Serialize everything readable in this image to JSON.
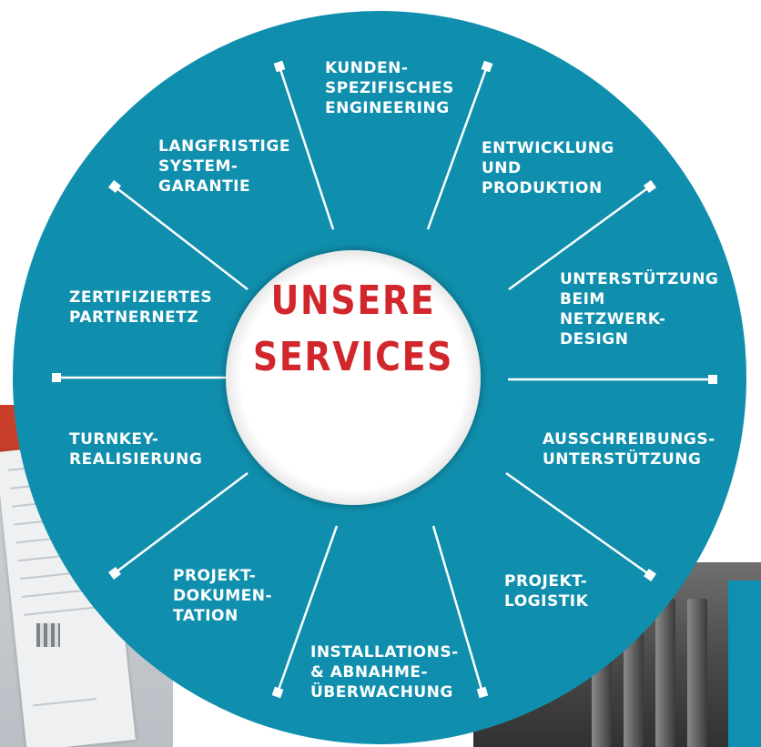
{
  "center": {
    "line1": "UNSERE",
    "line2": "SERVICES"
  },
  "services": [
    {
      "id": "kunden",
      "text": "KUNDEN-\nSPEZIFISCHES\nENGINEERING"
    },
    {
      "id": "entwicklung",
      "text": "ENTWICKLUNG\nUND\nPRODUKTION"
    },
    {
      "id": "netzwerk",
      "text": "UNTERSTÜTZUNG\nBEIM\nNETZWERK-\nDESIGN"
    },
    {
      "id": "ausschreibung",
      "text": "AUSSCHREIBUNGS-\nUNTERSTÜTZUNG"
    },
    {
      "id": "logistik",
      "text": "PROJEKT-\nLOGISTIK"
    },
    {
      "id": "installation",
      "text": "INSTALLATIONS-\n& ABNAHME-\nÜBERWACHUNG"
    },
    {
      "id": "dokumentation",
      "text": "PROJEKT-\nDOKUMEN-\nTATION"
    },
    {
      "id": "turnkey",
      "text": "TURNKEY-\nREALISIERUNG"
    },
    {
      "id": "partnernetz",
      "text": "ZERTIFIZIERTES\nPARTNERNETZ"
    },
    {
      "id": "garantie",
      "text": "LANGFRISTIGE\nSYSTEM-\nGARANTIE"
    }
  ],
  "colors": {
    "ring": "#0f8fad",
    "center_text": "#d0262c",
    "label": "#ffffff"
  }
}
